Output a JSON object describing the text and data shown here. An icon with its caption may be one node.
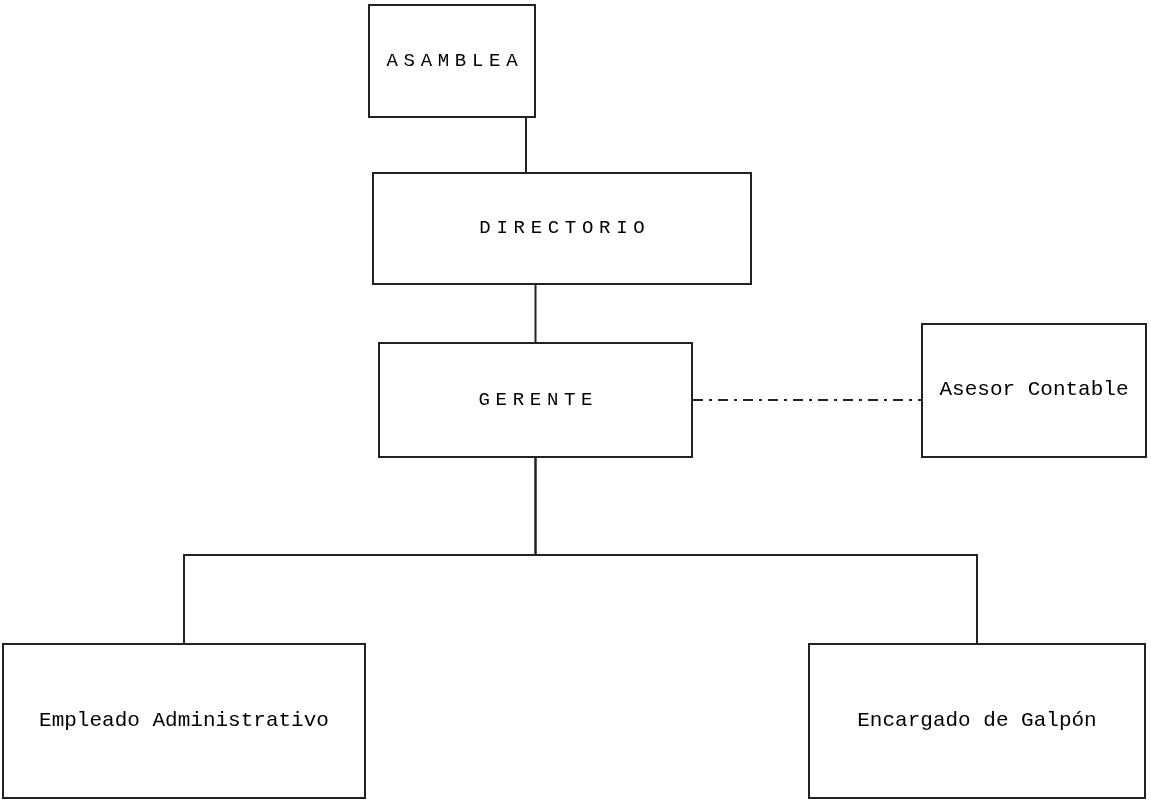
{
  "diagram": {
    "nodes": [
      {
        "text": [
          "ASAMBLEA"
        ]
      },
      {
        "text": [
          "DIRECTORIO"
        ]
      },
      {
        "text": [
          "GERENTE"
        ]
      },
      {
        "text": [
          "Asesor Contable"
        ]
      },
      {
        "text": [
          "Empleado Administrativo"
        ]
      },
      {
        "text": [
          "Encargado de Galpón"
        ]
      }
    ],
    "edges": [
      {
        "from": 0,
        "to": 1,
        "arrow": "none"
      },
      {
        "from": 1,
        "to": 2,
        "arrow": "none"
      },
      {
        "from": 2,
        "to": 3,
        "arrow": "none",
        "style": "dashed"
      },
      {
        "from": 2,
        "to": 4,
        "arrow": "none"
      },
      {
        "from": 2,
        "to": 5,
        "arrow": "none"
      }
    ]
  }
}
